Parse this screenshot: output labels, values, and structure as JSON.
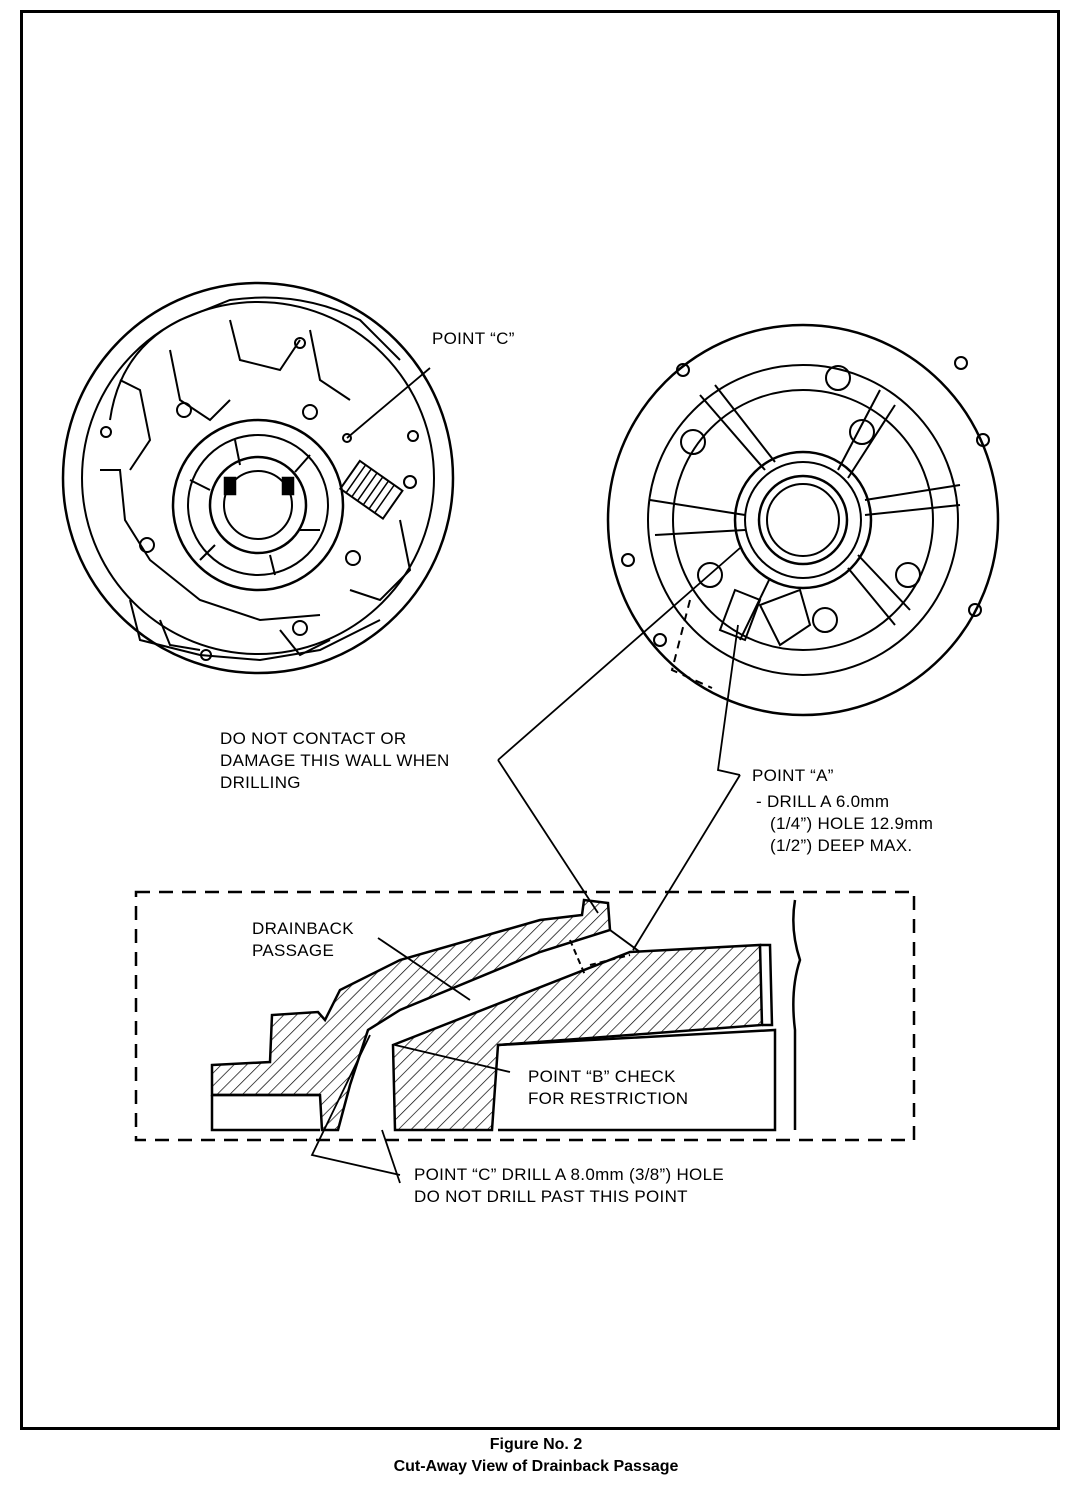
{
  "labels": {
    "point_c_top": "POINT “C”",
    "warning": [
      "DO NOT CONTACT OR",
      "DAMAGE THIS WALL WHEN",
      "DRILLING"
    ],
    "point_a": "POINT “A”",
    "point_a_instr": [
      "- DRILL A 6.0mm",
      "(1/4”) HOLE 12.9mm",
      "(1/2”) DEEP MAX."
    ],
    "drainback": [
      "DRAINBACK",
      "PASSAGE"
    ],
    "point_b": [
      "POINT “B” CHECK",
      "FOR RESTRICTION"
    ],
    "point_c_bottom": [
      "POINT “C” DRILL A 8.0mm (3/8”) HOLE",
      "DO NOT DRILL PAST THIS POINT"
    ]
  },
  "caption": {
    "figure": "Figure No. 2",
    "title": "Cut-Away View of Drainback Passage"
  }
}
